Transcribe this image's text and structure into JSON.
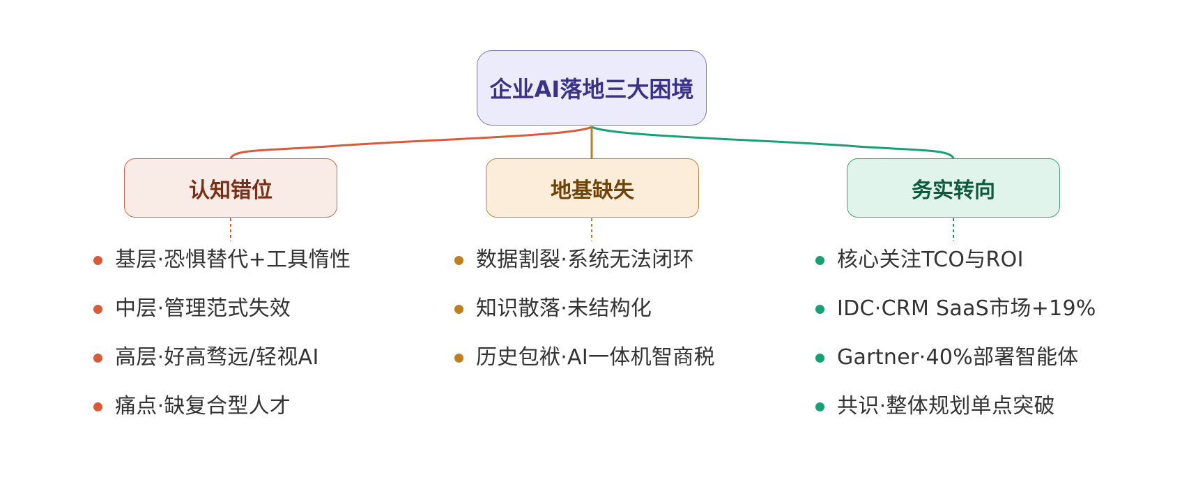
{
  "root": {
    "title": "企业AI落地三大困境",
    "colors": {
      "fill": "#ecebfc",
      "border": "#7b74c9",
      "text": "#3a3286"
    }
  },
  "branches": [
    {
      "title": "认知错位",
      "colors": {
        "accent": "#d85a36",
        "fill": "#f9ebe6",
        "border": "#c8674c",
        "text": "#7a2e16"
      },
      "items": [
        "基层·恐惧替代+工具惰性",
        "中层·管理范式失效",
        "高层·好高骛远/轻视AI",
        "痛点·缺复合型人才"
      ]
    },
    {
      "title": "地基缺失",
      "colors": {
        "accent": "#c07f1c",
        "fill": "#fbedd9",
        "border": "#b78638",
        "text": "#6e4309"
      },
      "items": [
        "数据割裂·系统无法闭环",
        "知识散落·未结构化",
        "历史包袱·AI一体机智商税"
      ]
    },
    {
      "title": "务实转向",
      "colors": {
        "accent": "#17a073",
        "fill": "#e1f4ec",
        "border": "#3fa27c",
        "text": "#0d5a3e"
      },
      "items": [
        "核心关注TCO与ROI",
        "IDC·CRM SaaS市场+19%",
        "Gartner·40%部署智能体",
        "共识·整体规划单点突破"
      ]
    }
  ]
}
